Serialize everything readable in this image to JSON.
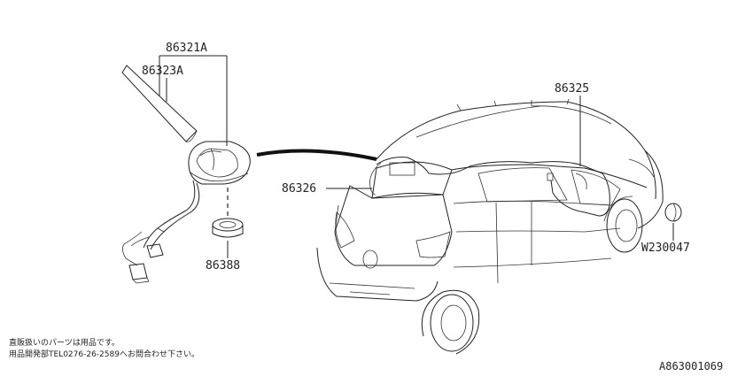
{
  "callouts": {
    "base_assembly": "86321A",
    "antenna_rod": "86323A",
    "feeder_cable": "86325",
    "cable_end": "86326",
    "grommet": "86388",
    "plug": "W230047"
  },
  "notes": {
    "line1": "直販扱いのパーツは用品です。",
    "line2": "用品開発部TEL0276-26-2589へお問合わせ下さい。"
  },
  "figure_id": "A863001069"
}
